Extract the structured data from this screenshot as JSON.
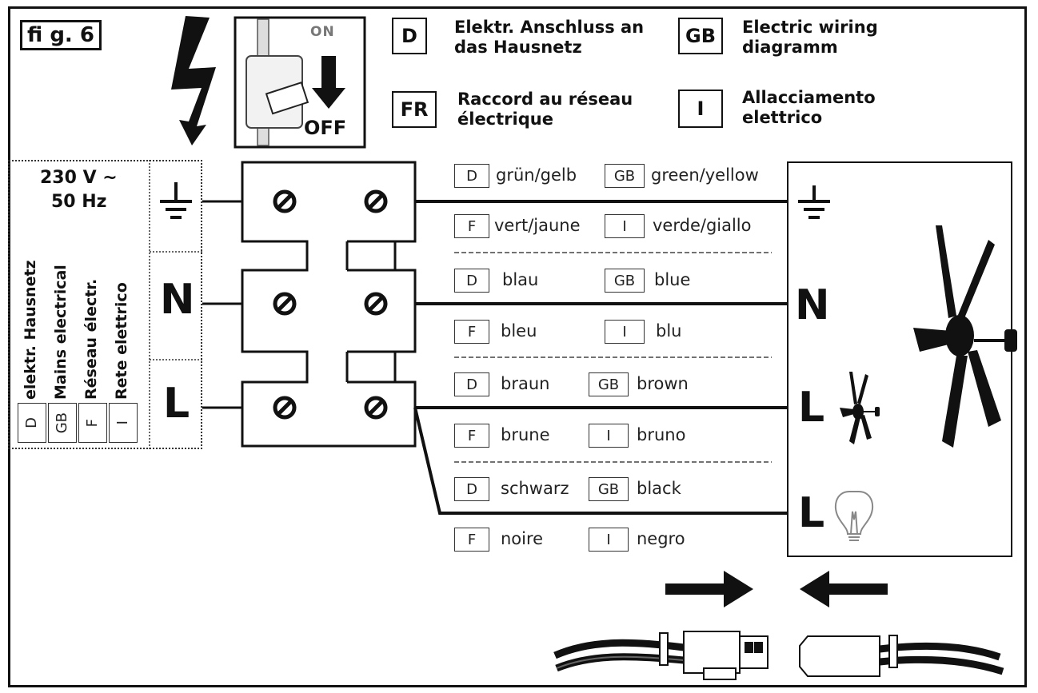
{
  "figure_label": "fi g. 6",
  "switch": {
    "on_label": "ON",
    "off_label": "OFF"
  },
  "header": [
    {
      "code": "D",
      "text_line1": "Elektr. Anschluss an",
      "text_line2": "das Hausnetz"
    },
    {
      "code": "GB",
      "text_line1": "Electric wiring",
      "text_line2": "diagramm"
    },
    {
      "code": "FR",
      "text_line1": "Raccord au réseau",
      "text_line2": "électrique"
    },
    {
      "code": "I",
      "text_line1": "Allacciamento",
      "text_line2": "elettrico"
    }
  ],
  "mains": {
    "voltage": "230 V ~",
    "frequency": "50 Hz",
    "labels": [
      "elektr. Hausnetz",
      "Mains electrical",
      "Réseau électr.",
      "Rete elettrico"
    ],
    "codes": [
      "D",
      "GB",
      "F",
      "I"
    ]
  },
  "terminals": {
    "earth_icon": "earth-ground-icon",
    "neutral": "N",
    "live": "L"
  },
  "wires": [
    {
      "d": "grün/gelb",
      "gb": "green/yellow",
      "f": "vert/jaune",
      "i": "verde/giallo"
    },
    {
      "d": "blau",
      "gb": "blue",
      "f": "bleu",
      "i": "blu"
    },
    {
      "d": "braun",
      "gb": "brown",
      "f": "brune",
      "i": "bruno"
    },
    {
      "d": "schwarz",
      "gb": "black",
      "f": "noire",
      "i": "negro"
    }
  ],
  "wire_codes": {
    "d": "D",
    "gb": "GB",
    "f": "F",
    "i": "I"
  },
  "device": {
    "neutral": "N",
    "live_fan": "L",
    "live_light": "L",
    "fan_icon": "ceiling-fan-icon",
    "light_icon": "light-bulb-icon"
  },
  "connector": {
    "left_arrow_icon": "arrow-right-icon",
    "right_arrow_icon": "arrow-left-icon"
  }
}
